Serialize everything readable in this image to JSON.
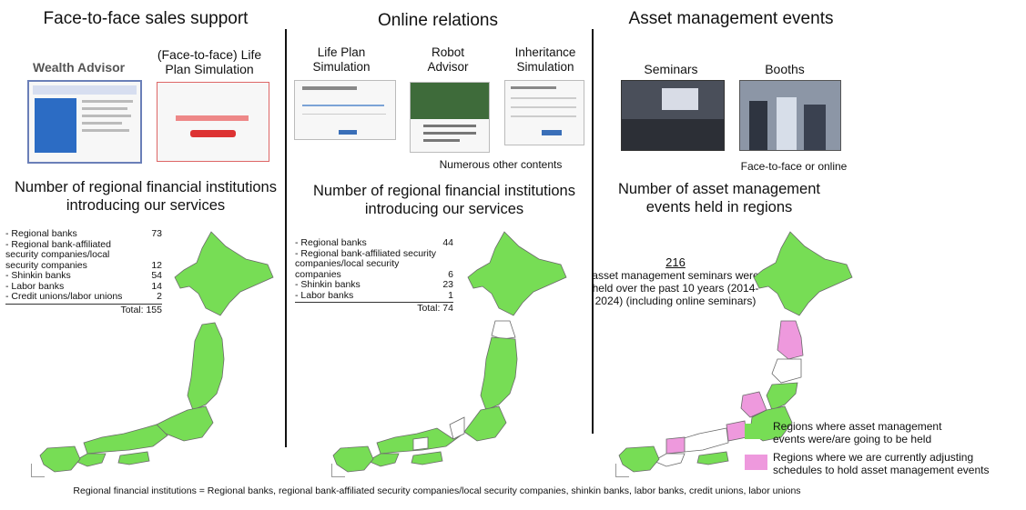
{
  "headings": {
    "face_to_face": "Face-to-face sales support",
    "online": "Online relations",
    "events": "Asset management events"
  },
  "face_to_face": {
    "tools": [
      {
        "label": "Wealth Advisor"
      },
      {
        "label": "(Face-to-face) Life Plan Simulation"
      }
    ],
    "section_title": "Number of regional financial institutions introducing our services",
    "counts": [
      {
        "label": "- Regional banks",
        "value": "73"
      },
      {
        "label": "- Regional bank-affiliated security companies/local security companies",
        "value": "12"
      },
      {
        "label": "- Shinkin banks",
        "value": "54"
      },
      {
        "label": "- Labor banks",
        "value": "14"
      },
      {
        "label": "- Credit unions/labor unions",
        "value": "2"
      }
    ],
    "total": "Total: 155"
  },
  "online": {
    "tools": [
      {
        "label": "Life Plan Simulation"
      },
      {
        "label": "Robot Advisor"
      },
      {
        "label": "Inheritance Simulation"
      }
    ],
    "caption": "Numerous other contents",
    "section_title": "Number of regional financial institutions introducing our services",
    "counts": [
      {
        "label": "- Regional banks",
        "value": "44"
      },
      {
        "label": "- Regional bank-affiliated security companies/local security companies",
        "value": "6"
      },
      {
        "label": "- Shinkin banks",
        "value": "23"
      },
      {
        "label": "- Labor banks",
        "value": "1"
      }
    ],
    "total": "Total: 74"
  },
  "events": {
    "formats": [
      {
        "label": "Seminars"
      },
      {
        "label": "Booths"
      }
    ],
    "caption": "Face-to-face or online",
    "section_title": "Number of asset management events held in regions",
    "stat_number": "216",
    "stat_text": "asset management seminars were held over the past 10 years (2014-2024) (including online seminars)",
    "legend": [
      {
        "label": "Regions where asset management events were/are going to be held",
        "color": "#77dd55"
      },
      {
        "label": "Regions where we are currently adjusting schedules to hold asset management events",
        "color": "#ee99dd"
      }
    ]
  },
  "footnote": "Regional financial institutions = Regional banks, regional bank-affiliated security companies/local security companies, shinkin banks, labor banks, credit unions, labor unions",
  "colors": {
    "green": "#77dd55",
    "pink": "#ee99dd",
    "white_region": "#ffffff"
  }
}
